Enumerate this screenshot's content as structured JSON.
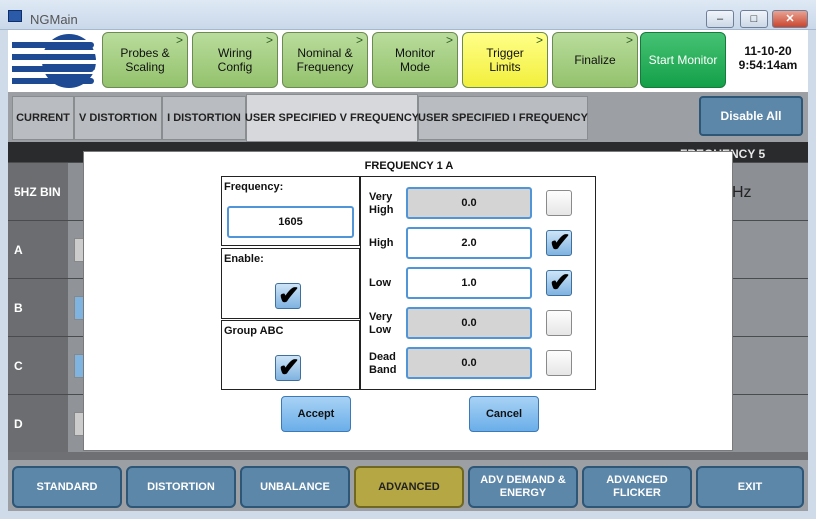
{
  "window": {
    "title": "NGMain"
  },
  "header": {
    "steps": [
      {
        "label": "Probes & Scaling"
      },
      {
        "label": "Wiring Config"
      },
      {
        "label": "Nominal & Frequency"
      },
      {
        "label": "Monitor Mode"
      },
      {
        "label": "Trigger Limits"
      },
      {
        "label": "Finalize"
      },
      {
        "label": "Start Monitor"
      }
    ],
    "step_arrow": ">",
    "date": "11-10-20",
    "time": "9:54:14am"
  },
  "tabs": [
    {
      "label": "CURRENT"
    },
    {
      "label": "V DISTORTION"
    },
    {
      "label": "I DISTORTION"
    },
    {
      "label": "USER SPECIFIED V FREQUENCY"
    },
    {
      "label": "USER SPECIFIED I FREQUENCY"
    }
  ],
  "disable_all": "Disable All",
  "grid": {
    "header_visible": "FREQUENCY 5",
    "rows": [
      {
        "label": "5HZ BIN"
      },
      {
        "label": "A"
      },
      {
        "label": "B"
      },
      {
        "label": "C"
      },
      {
        "label": "D"
      }
    ],
    "hz_fragment": "Hz"
  },
  "dialog": {
    "title": "FREQUENCY 1 A",
    "frequency_label": "Frequency:",
    "frequency_value": "1605",
    "enable_label": "Enable:",
    "enable_checked": true,
    "group_label": "Group ABC",
    "group_checked": true,
    "limits": [
      {
        "label": "Very High",
        "value": "0.0",
        "checked": false,
        "enabled": false
      },
      {
        "label": "High",
        "value": "2.0",
        "checked": true,
        "enabled": true
      },
      {
        "label": "Low",
        "value": "1.0",
        "checked": true,
        "enabled": true
      },
      {
        "label": "Very Low",
        "value": "0.0",
        "checked": false,
        "enabled": false
      },
      {
        "label": "Dead Band",
        "value": "0.0",
        "checked": false,
        "enabled": false
      }
    ],
    "check_mark": "✔",
    "accept": "Accept",
    "cancel": "Cancel"
  },
  "bottom_nav": [
    {
      "label": "STANDARD"
    },
    {
      "label": "DISTORTION"
    },
    {
      "label": "UNBALANCE"
    },
    {
      "label": "ADVANCED",
      "active": true
    },
    {
      "label": "ADV DEMAND & ENERGY"
    },
    {
      "label": "ADVANCED FLICKER"
    },
    {
      "label": "EXIT"
    }
  ],
  "colors": {
    "step_green": "#93c26c",
    "step_yellow": "#f2ef3c",
    "start_green": "#14a049",
    "nav_blue": "#5d87a9",
    "nav_active": "#b5a744",
    "input_border": "#4f95d8"
  }
}
